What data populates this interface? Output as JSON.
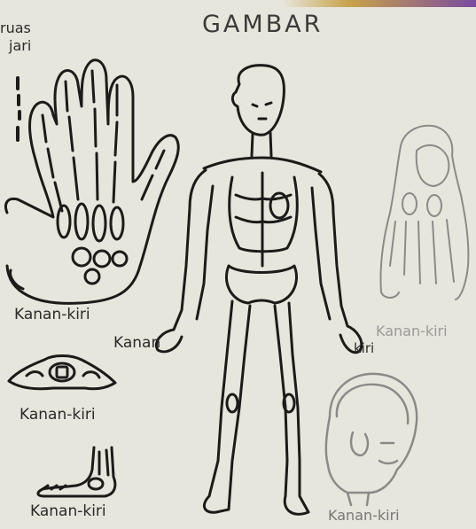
{
  "title": "GAMBAR",
  "labels": {
    "ruas": "ruas",
    "jari": "jari",
    "hand": "Kanan-kiri",
    "body_left": "Kanan",
    "body_right": "kiri",
    "foot": "Kanan-kiri",
    "vertebra": "Kanan-kiri",
    "ankle": "Kanan-kiri",
    "skull": "Kanan-kiri"
  },
  "colors": {
    "background": "#e7e6dc",
    "ink": "#1b1b1b",
    "faint_ink": "#8a8a8a"
  }
}
